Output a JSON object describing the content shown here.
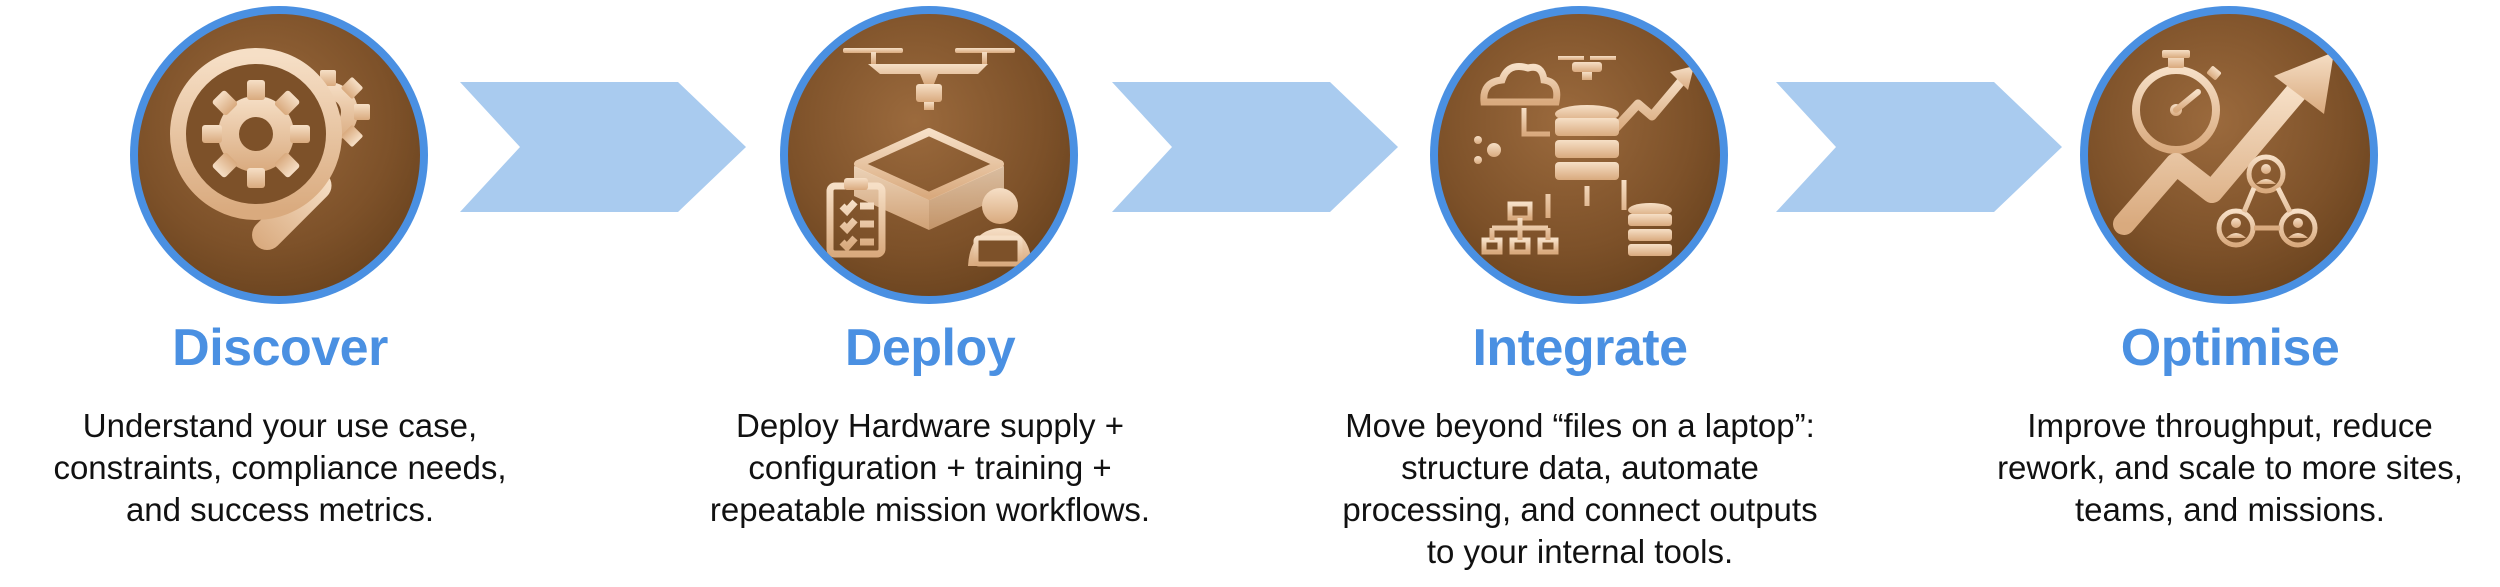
{
  "colors": {
    "accent": "#4a90e2",
    "arrow": "#a9cbef",
    "icon_fill": "#7d5129",
    "icon_line": "#f3d8bd"
  },
  "steps": [
    {
      "icon": "magnifier-gears-icon",
      "title": "Discover",
      "lines": [
        "Understand your use case,",
        "constraints, compliance needs,",
        "and success metrics."
      ]
    },
    {
      "icon": "drone-deploy-icon",
      "title": "Deploy",
      "lines": [
        "Deploy Hardware supply +",
        "configuration + training +",
        "repeatable mission workflows."
      ]
    },
    {
      "icon": "data-integration-icon",
      "title": "Integrate",
      "lines": [
        "Move beyond “files on a laptop”:",
        "structure data, automate",
        "processing, and connect outputs",
        "to your internal tools."
      ]
    },
    {
      "icon": "growth-optimise-icon",
      "title": "Optimise",
      "lines": [
        "Improve throughput, reduce",
        "rework, and scale to more sites,",
        "teams, and missions."
      ]
    }
  ],
  "arrows": [
    {
      "icon": "chevron-arrow-icon"
    },
    {
      "icon": "chevron-arrow-icon"
    },
    {
      "icon": "chevron-arrow-icon"
    }
  ]
}
